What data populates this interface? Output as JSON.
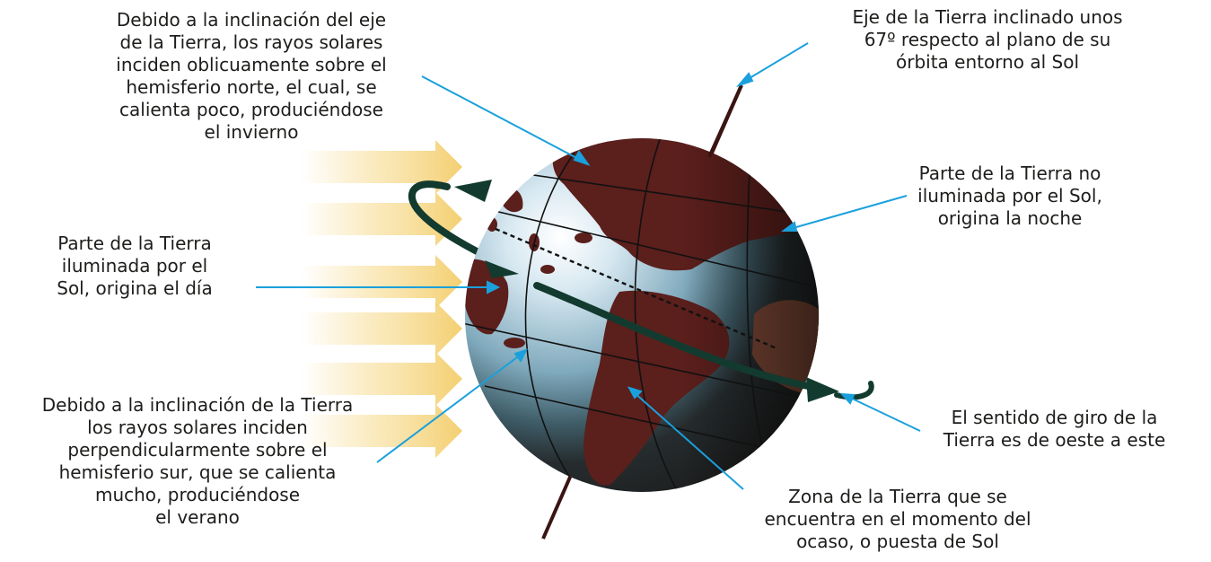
{
  "labels": {
    "winter": "Debido a la inclinación del eje\nde la Tierra, los rayos solares\ninciden oblicuamente sobre el\nhemisferio norte, el cual, se\ncalienta poco, produciéndose\nel invierno",
    "axis": "Eje de la Tierra inclinado unos\n67º respecto al plano de su\nórbita entorno al Sol",
    "night": "Parte de la Tierra no\niluminada por el Sol,\norigina la noche",
    "day": "Parte de la Tierra\niluminada por el\nSol, origina el día",
    "summer": "Debido a la inclinación de la Tierra\nlos rayos solares inciden\nperpendicularmente sobre el\nhemisferio sur, que se calienta\nmucho, produciéndose\nel verano",
    "spin": "El sentido de giro de la\nTierra es de oeste a este",
    "sunset": "Zona de la Tierra que se\nencuentra en el momento del\nocaso, o puesta de Sol"
  },
  "colors": {
    "leader_line": "#1aa0dc",
    "sun_ray": "#f6d98a",
    "ocean_lit": "#eef6fb",
    "ocean_dark": "#2b2b2b",
    "land": "#5b1f1c",
    "rotation_arrow": "#133a2e",
    "axis": "#3a1512"
  }
}
